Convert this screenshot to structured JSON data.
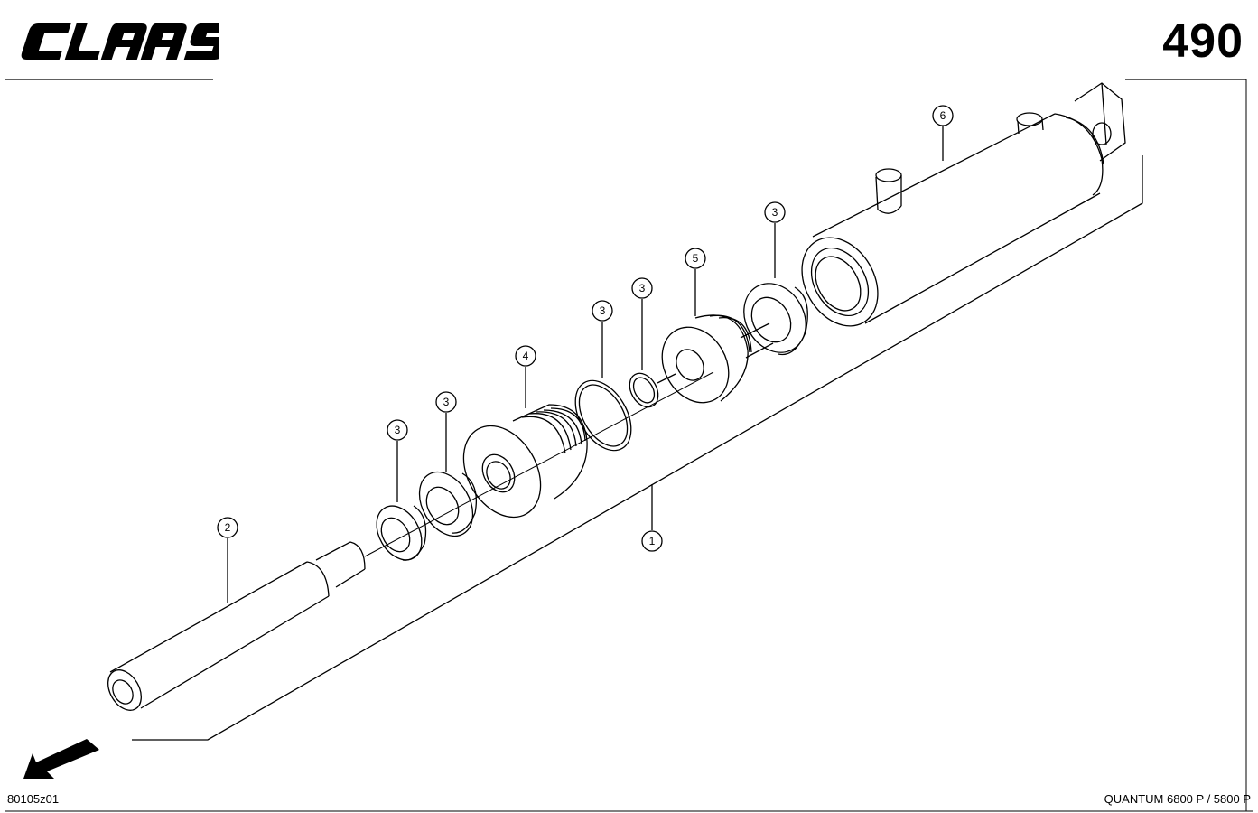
{
  "header": {
    "brand": "CLAAS",
    "page_number": "490"
  },
  "footer": {
    "reference_code": "80105z01",
    "model": "QUANTUM 6800 P / 5800 P"
  },
  "callouts": [
    {
      "id": "callout-6",
      "label": "6"
    },
    {
      "id": "callout-3a",
      "label": "3"
    },
    {
      "id": "callout-5",
      "label": "5"
    },
    {
      "id": "callout-3b",
      "label": "3"
    },
    {
      "id": "callout-3c",
      "label": "3"
    },
    {
      "id": "callout-4",
      "label": "4"
    },
    {
      "id": "callout-3d",
      "label": "3"
    },
    {
      "id": "callout-3e",
      "label": "3"
    },
    {
      "id": "callout-2",
      "label": "2"
    },
    {
      "id": "callout-1",
      "label": "1"
    }
  ],
  "icons": {
    "logo": "claas-logo",
    "direction": "arrow-down-left-icon"
  }
}
